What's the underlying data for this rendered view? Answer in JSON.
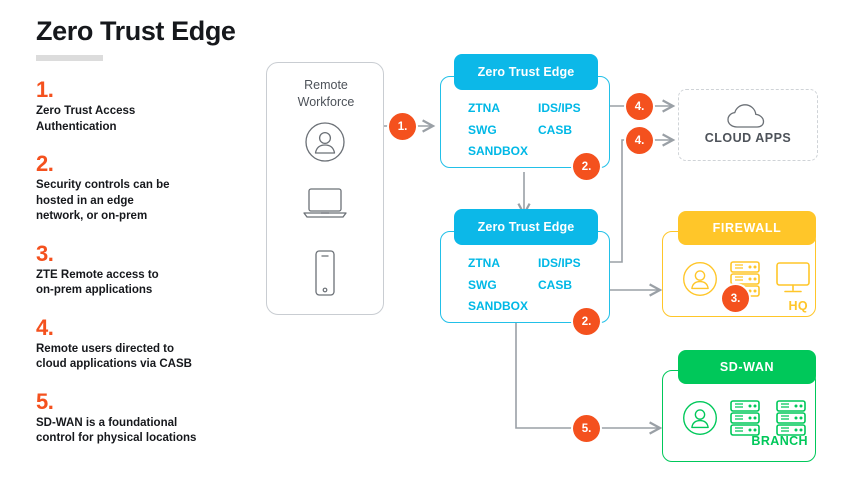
{
  "header": {
    "title": "Zero Trust Edge"
  },
  "legend": {
    "items": [
      {
        "number": "1.",
        "text": "Zero Trust Access\nAuthentication"
      },
      {
        "number": "2.",
        "text": "Security controls can be\nhosted in an edge\nnetwork, or on-prem"
      },
      {
        "number": "3.",
        "text": "ZTE Remote access to\non-prem applications"
      },
      {
        "number": "4.",
        "text": "Remote users directed to\ncloud applications via CASB"
      },
      {
        "number": "5.",
        "text": "SD-WAN is a foundational\ncontrol for physical locations"
      }
    ]
  },
  "remote_workforce": {
    "label": "Remote\nWorkforce",
    "icons": [
      "user-circle-icon",
      "laptop-icon",
      "smartphone-icon"
    ]
  },
  "zte_boxes": [
    {
      "header": "Zero Trust Edge",
      "column_left": [
        "ZTNA",
        "SWG",
        "SANDBOX"
      ],
      "column_right": [
        "IDS/IPS",
        "CASB"
      ],
      "badge": "2."
    },
    {
      "header": "Zero Trust Edge",
      "column_left": [
        "ZTNA",
        "SWG",
        "SANDBOX"
      ],
      "column_right": [
        "IDS/IPS",
        "CASB"
      ],
      "badge": "2."
    }
  ],
  "destinations": {
    "cloud_apps": {
      "label": "CLOUD APPS",
      "icon": "cloud-icon",
      "border_style": "dashed"
    },
    "firewall": {
      "header": "FIREWALL",
      "tag": "HQ",
      "badge": "3.",
      "icons": [
        "user-circle-icon",
        "server-rack-icon",
        "monitor-icon"
      ]
    },
    "sdwan": {
      "header": "SD-WAN",
      "tag": "BRANCH",
      "icons": [
        "user-circle-icon",
        "server-rack-icon",
        "server-rack-icon"
      ]
    }
  },
  "flow_badges": {
    "step1": "1.",
    "step4_top": "4.",
    "step4_bottom": "4.",
    "step5": "5."
  },
  "colors": {
    "accent_orange": "#f4511e",
    "cyan": "#0cb8e8",
    "cyan_text": "#00b8e6",
    "yellow": "#ffc629",
    "green": "#00c85a",
    "gray_line": "#9aa0a6",
    "text_dark": "#16181c",
    "text_muted": "#4d5259"
  }
}
